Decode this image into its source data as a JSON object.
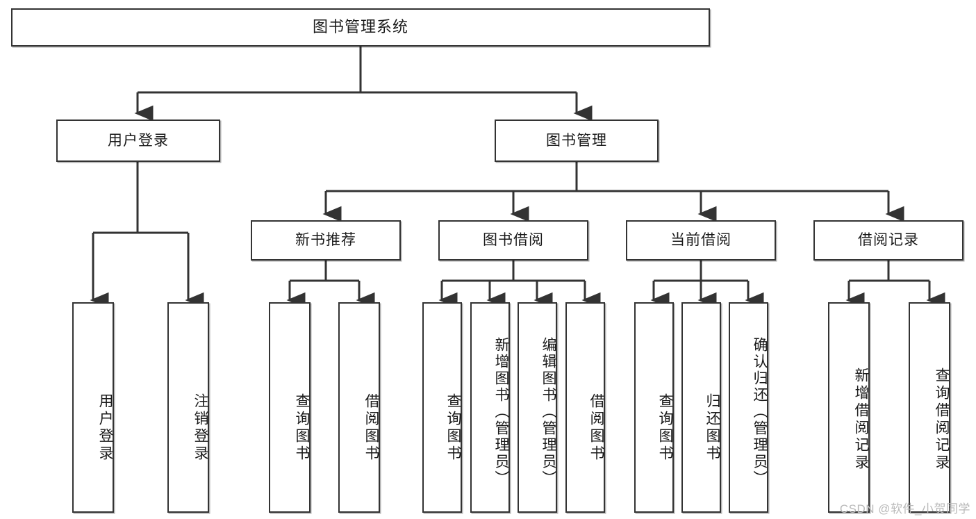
{
  "diagram": {
    "title": "图书管理系统",
    "type": "tree",
    "watermark": "CSDN @软件_小贺同学",
    "colors": {
      "box_border": "#333333",
      "box_fill": "#ffffff",
      "edge": "#333333",
      "text": "#1a1a1a",
      "watermark": "#b9b9b9",
      "background": "#ffffff"
    },
    "nodes": {
      "root": {
        "label": "图书管理系统"
      },
      "level2": [
        {
          "id": "user-login",
          "label": "用户登录"
        },
        {
          "id": "book-management",
          "label": "图书管理"
        }
      ],
      "level3": [
        {
          "id": "new-book-recommend",
          "label": "新书推荐"
        },
        {
          "id": "book-borrow",
          "label": "图书借阅"
        },
        {
          "id": "current-borrow",
          "label": "当前借阅"
        },
        {
          "id": "borrow-record",
          "label": "借阅记录"
        }
      ],
      "leaves": {
        "user_login": [
          {
            "id": "leaf-user-login",
            "label": "用户登录"
          },
          {
            "id": "leaf-logout",
            "label": "注销登录"
          }
        ],
        "new_book_recommend": [
          {
            "id": "leaf-query-book-1",
            "label": "查询图书"
          },
          {
            "id": "leaf-borrow-book-1",
            "label": "借阅图书"
          }
        ],
        "book_borrow": [
          {
            "id": "leaf-query-book-2",
            "label": "查询图书"
          },
          {
            "id": "leaf-add-book",
            "label": "新增图书（管理员）"
          },
          {
            "id": "leaf-edit-book",
            "label": "编辑图书（管理员）"
          },
          {
            "id": "leaf-borrow-book-2",
            "label": "借阅图书"
          }
        ],
        "current_borrow": [
          {
            "id": "leaf-query-book-3",
            "label": "查询图书"
          },
          {
            "id": "leaf-return-book",
            "label": "归还图书"
          },
          {
            "id": "leaf-confirm-return",
            "label": "确认归还（管理员）"
          }
        ],
        "borrow_record": [
          {
            "id": "leaf-add-record",
            "label": "新增借阅记录"
          },
          {
            "id": "leaf-query-record",
            "label": "查询借阅记录"
          }
        ]
      }
    }
  }
}
